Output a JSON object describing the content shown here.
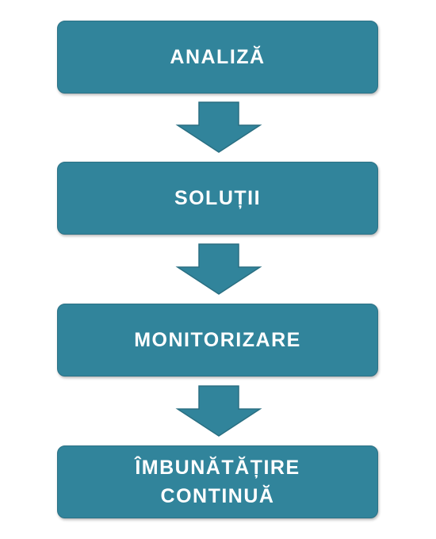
{
  "steps": [
    {
      "label": "ANALIZĂ"
    },
    {
      "label": "SOLUȚII"
    },
    {
      "label": "MONITORIZARE"
    },
    {
      "label": "ÎMBUNĂTĂȚIRE\nCONTINUĂ"
    }
  ],
  "colors": {
    "box_fill": "#31849b",
    "box_border": "#2b7185",
    "arrow_fill": "#31849b",
    "arrow_stroke": "#2a6f82",
    "text": "#ffffff"
  },
  "icons": {
    "connector": "down-arrow-icon"
  }
}
